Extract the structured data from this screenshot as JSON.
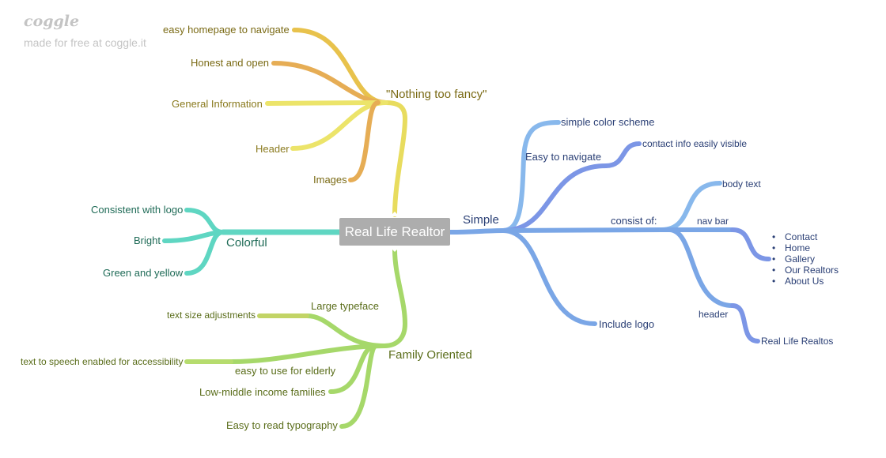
{
  "brand": {
    "logo": "coggle",
    "tagline": "made for free at coggle.it"
  },
  "colors": {
    "yellow": "#e8c24c",
    "orange": "#e6ad55",
    "teal": "#5fd6c2",
    "green": "#a6d86a",
    "blue": "#7aa6e6",
    "center_box": "#adadad"
  },
  "center": {
    "label": "Real Life Realtor"
  },
  "branches": {
    "nothing_fancy": {
      "label": "\"Nothing too fancy\"",
      "children": [
        "easy homepage to navigate",
        "Honest and open",
        "General Information",
        "Header",
        "Images"
      ]
    },
    "colorful": {
      "label": "Colorful",
      "children": [
        "Consistent with logo",
        "Bright",
        "Green and yellow"
      ]
    },
    "family": {
      "label": "Family Oriented",
      "large_typeface": {
        "label": "Large typeface",
        "children": [
          "text size adjustments"
        ]
      },
      "elderly": {
        "label": "easy to use for elderly",
        "children": [
          "text to speech enabled for accessibility"
        ]
      },
      "others": [
        "Low-middle income families",
        "Easy to read typography"
      ]
    },
    "simple": {
      "label": "Simple",
      "color_scheme": "simple color scheme",
      "easy_nav": {
        "label": "Easy to navigate",
        "children": [
          "contact info easily visible"
        ]
      },
      "consist": {
        "label": "consist of:",
        "body_text": "body text",
        "nav_bar": {
          "label": "nav bar",
          "items": [
            "Contact",
            "Home",
            "Gallery",
            "Our Realtors",
            "About Us"
          ]
        },
        "header": {
          "label": "header",
          "children": [
            "Real Life Realtos"
          ]
        }
      },
      "logo": "Include logo"
    }
  }
}
